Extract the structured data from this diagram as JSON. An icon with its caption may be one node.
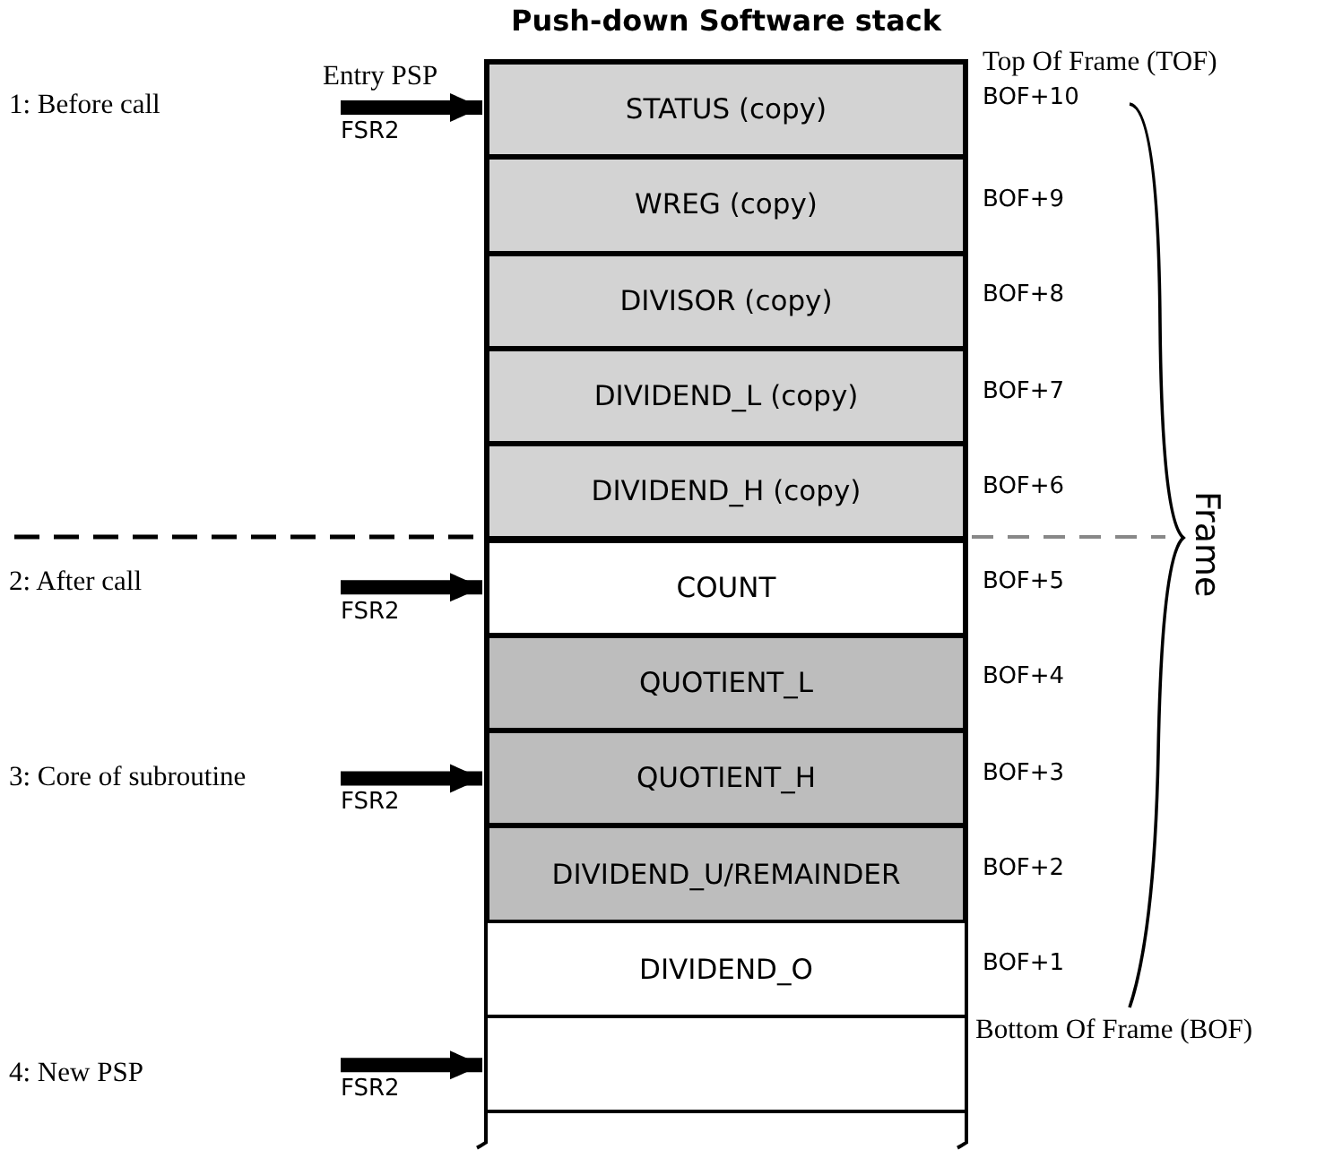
{
  "diagram": {
    "title": "Push-down Software stack",
    "nodes": [
      {
        "text": [
          "STATUS (copy)"
        ],
        "beside": [
          "BOF+10"
        ]
      },
      {
        "text": [
          "WREG (copy)"
        ],
        "beside": [
          "BOF+9"
        ]
      },
      {
        "text": [
          "DIVISOR (copy)"
        ],
        "beside": [
          "BOF+8"
        ]
      },
      {
        "text": [
          "DIVIDEND_L (copy)"
        ],
        "beside": [
          "BOF+7"
        ]
      },
      {
        "text": [
          "DIVIDEND_H (copy)"
        ],
        "beside": [
          "BOF+6"
        ]
      },
      {
        "text": [
          "COUNT"
        ],
        "beside": [
          "BOF+5"
        ]
      },
      {
        "text": [
          "QUOTIENT_L"
        ],
        "beside": [
          "BOF+4"
        ]
      },
      {
        "text": [
          "QUOTIENT_H"
        ],
        "beside": [
          "BOF+3"
        ]
      },
      {
        "text": [
          "DIVIDEND_U/REMAINDER"
        ],
        "beside": [
          "BOF+2"
        ]
      },
      {
        "text": [
          "DIVIDEND_O"
        ],
        "beside": [
          "BOF+1"
        ]
      },
      {
        "text": [],
        "shape": "box"
      },
      {
        "text": [],
        "shape": "box"
      }
    ],
    "edges": [
      {
        "from": null,
        "to": 0,
        "arrow": "to",
        "label": "FSR2"
      },
      {
        "from": null,
        "to": 5,
        "arrow": "to",
        "label": "FSR2"
      },
      {
        "from": null,
        "to": 7,
        "arrow": "to",
        "label": "FSR2"
      },
      {
        "from": null,
        "to": 10,
        "arrow": "to",
        "label": "FSR2"
      }
    ],
    "labels": [
      "Entry PSP",
      "1: Before call",
      "Top Of Frame (TOF)",
      "2: After call",
      "Frame",
      "3: Core of subroutine",
      "Bottom Of Frame (BOF)",
      "4: New PSP"
    ]
  }
}
